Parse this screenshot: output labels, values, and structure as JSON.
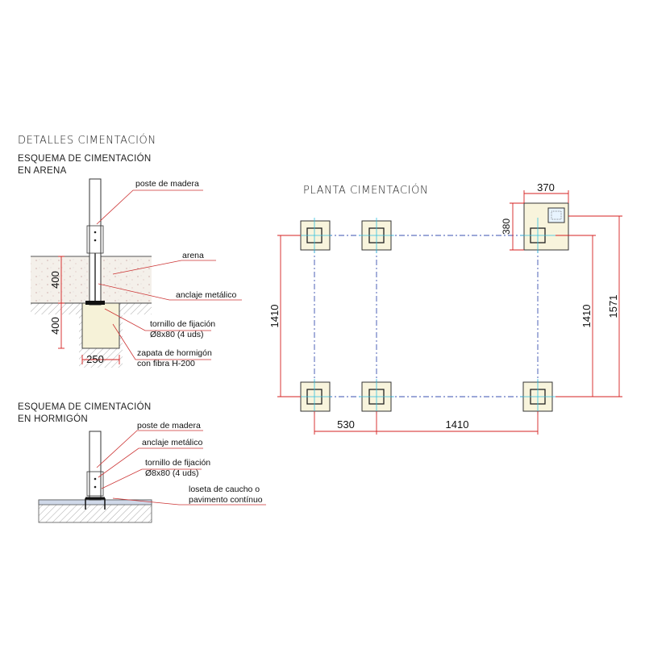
{
  "titles": {
    "main": "DETALLES  CIMENTACIÓN",
    "sand_l1": "ESQUEMA DE CIMENTACIÓN",
    "sand_l2": "EN ARENA",
    "concrete_l1": "ESQUEMA DE CIMENTACIÓN",
    "concrete_l2": "EN HORMIGÓN",
    "plan": "PLANTA  CIMENTACIÓN"
  },
  "sand_detail": {
    "post_label": "poste de madera",
    "sand_label": "arena",
    "anchor_label": "anclaje metálico",
    "screw_l1": "tornillo de fijación",
    "screw_l2": "Ø8x80 (4 uds)",
    "footing_l1": "zapata de hormigón",
    "footing_l2": "con fibra H-200",
    "dim_sand_depth": "400",
    "dim_footing_depth": "400",
    "dim_footing_width": "250"
  },
  "concrete_detail": {
    "post_label": "poste de madera",
    "anchor_label": "anclaje metálico",
    "screw_l1": "tornillo de fijación",
    "screw_l2": "Ø8x80 (4 uds)",
    "tile_l1": "loseta de caucho o",
    "tile_l2": "pavimento contínuo"
  },
  "plan": {
    "dim_top": "370",
    "dim_pad": "380",
    "dim_left": "1410",
    "dim_right_inner": "1410",
    "dim_right_outer": "1571",
    "dim_bottom_a": "530",
    "dim_bottom_b": "1410"
  },
  "colors": {
    "dimension": "#d42020",
    "gridline": "#3a52b0",
    "axis": "#30c0e0",
    "footing_fill": "#f8f4dc",
    "ink": "#111111"
  }
}
